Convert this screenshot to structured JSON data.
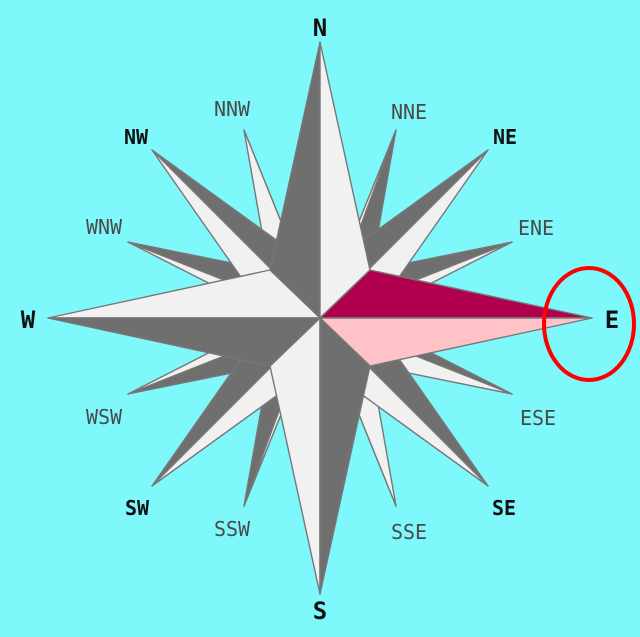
{
  "labels": {
    "n": "N",
    "nne": "NNE",
    "ne": "NE",
    "ene": "ENE",
    "e": "E",
    "ese": "ESE",
    "se": "SE",
    "sse": "SSE",
    "s": "S",
    "ssw": "SSW",
    "sw": "SW",
    "wsw": "WSW",
    "w": "W",
    "wnw": "WNW",
    "nw": "NW",
    "nnw": "NNW"
  },
  "colors": {
    "background": "#7ff8fb",
    "dark_gray": "#6f6f6f",
    "light_gray": "#f1f1f1",
    "highlight_dark": "#b0004d",
    "highlight_light": "#ffc3c7",
    "highlight_circle": "#ff0000",
    "label_dark": "#111111",
    "label_gray": "#4a4a4a"
  }
}
